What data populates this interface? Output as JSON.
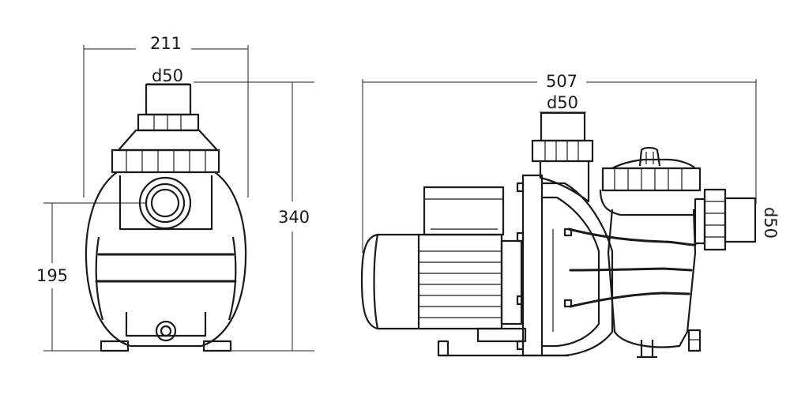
{
  "front_view": {
    "width_label": "211",
    "outlet_label": "d50",
    "height_label": "340",
    "inlet_height_label": "195"
  },
  "side_view": {
    "length_label": "507",
    "outlet_label": "d50",
    "inlet_label": "d50"
  }
}
